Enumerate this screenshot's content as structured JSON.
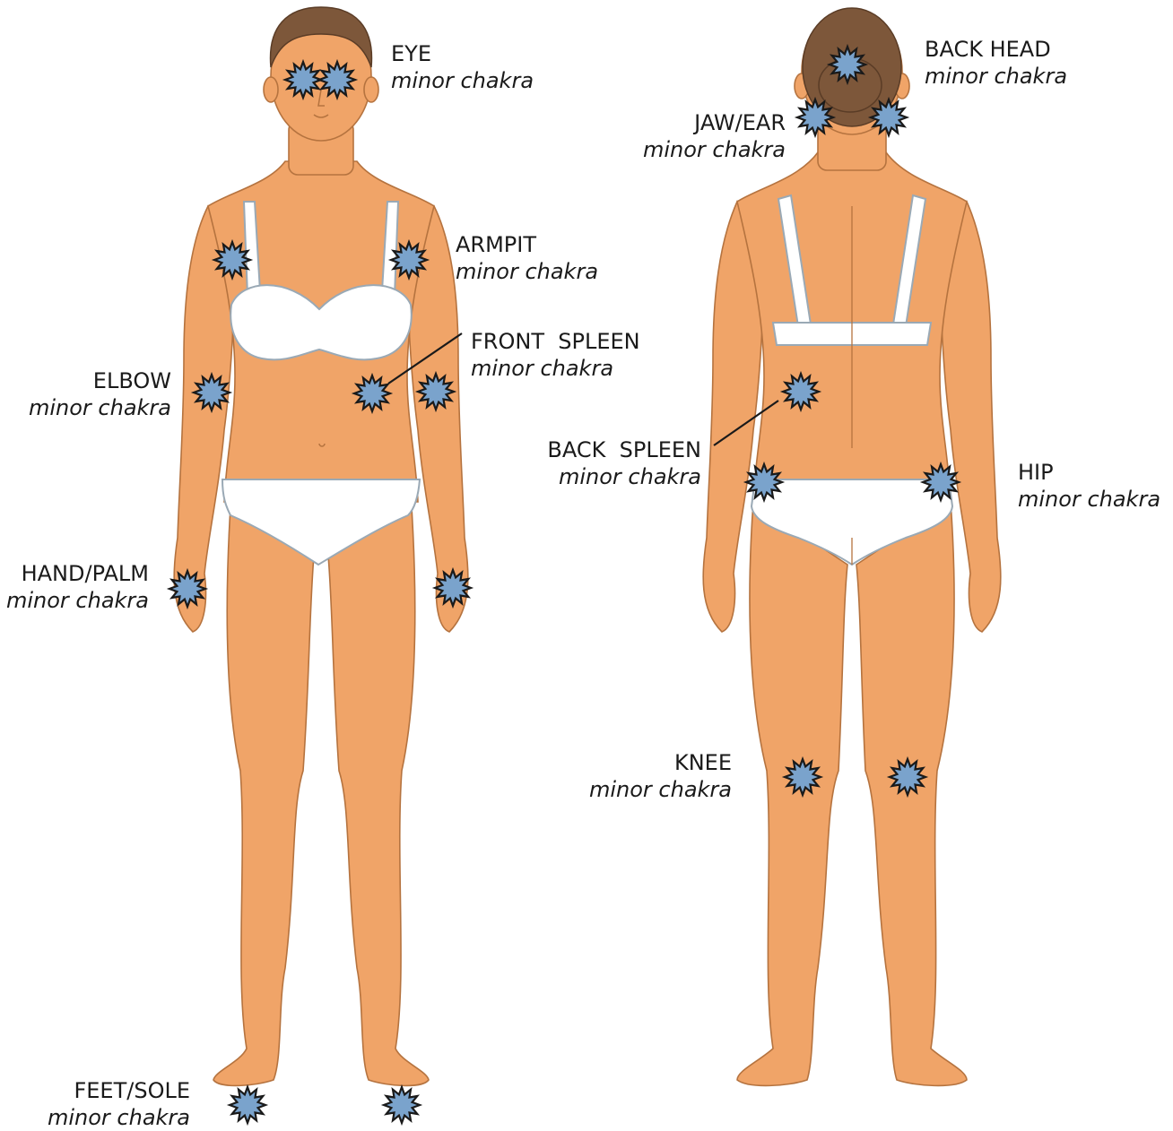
{
  "colors": {
    "skin": "#f0a468",
    "skin_outline": "#b5733f",
    "hair": "#7d573a",
    "garment": "#ffffff",
    "garment_outline": "#9aa9b5",
    "chakra_fill": "#7aa3cc",
    "chakra_outline": "#1a1a1a"
  },
  "labels": {
    "eye": {
      "title": "EYE",
      "sub": "minor chakra"
    },
    "armpit": {
      "title": "ARMPIT",
      "sub": "minor chakra"
    },
    "front_spleen": {
      "title": "FRONT  SPLEEN",
      "sub": "minor chakra"
    },
    "elbow": {
      "title": "ELBOW",
      "sub": "minor chakra"
    },
    "hand_palm": {
      "title": "HAND/PALM",
      "sub": "minor chakra"
    },
    "feet_sole": {
      "title": "FEET/SOLE",
      "sub": "minor chakra"
    },
    "back_head": {
      "title": "BACK HEAD",
      "sub": "minor chakra"
    },
    "jaw_ear": {
      "title": "JAW/EAR",
      "sub": "minor chakra"
    },
    "back_spleen": {
      "title": "BACK  SPLEEN",
      "sub": "minor chakra"
    },
    "hip": {
      "title": "HIP",
      "sub": "minor chakra"
    },
    "knee": {
      "title": "KNEE",
      "sub": "minor chakra"
    }
  }
}
